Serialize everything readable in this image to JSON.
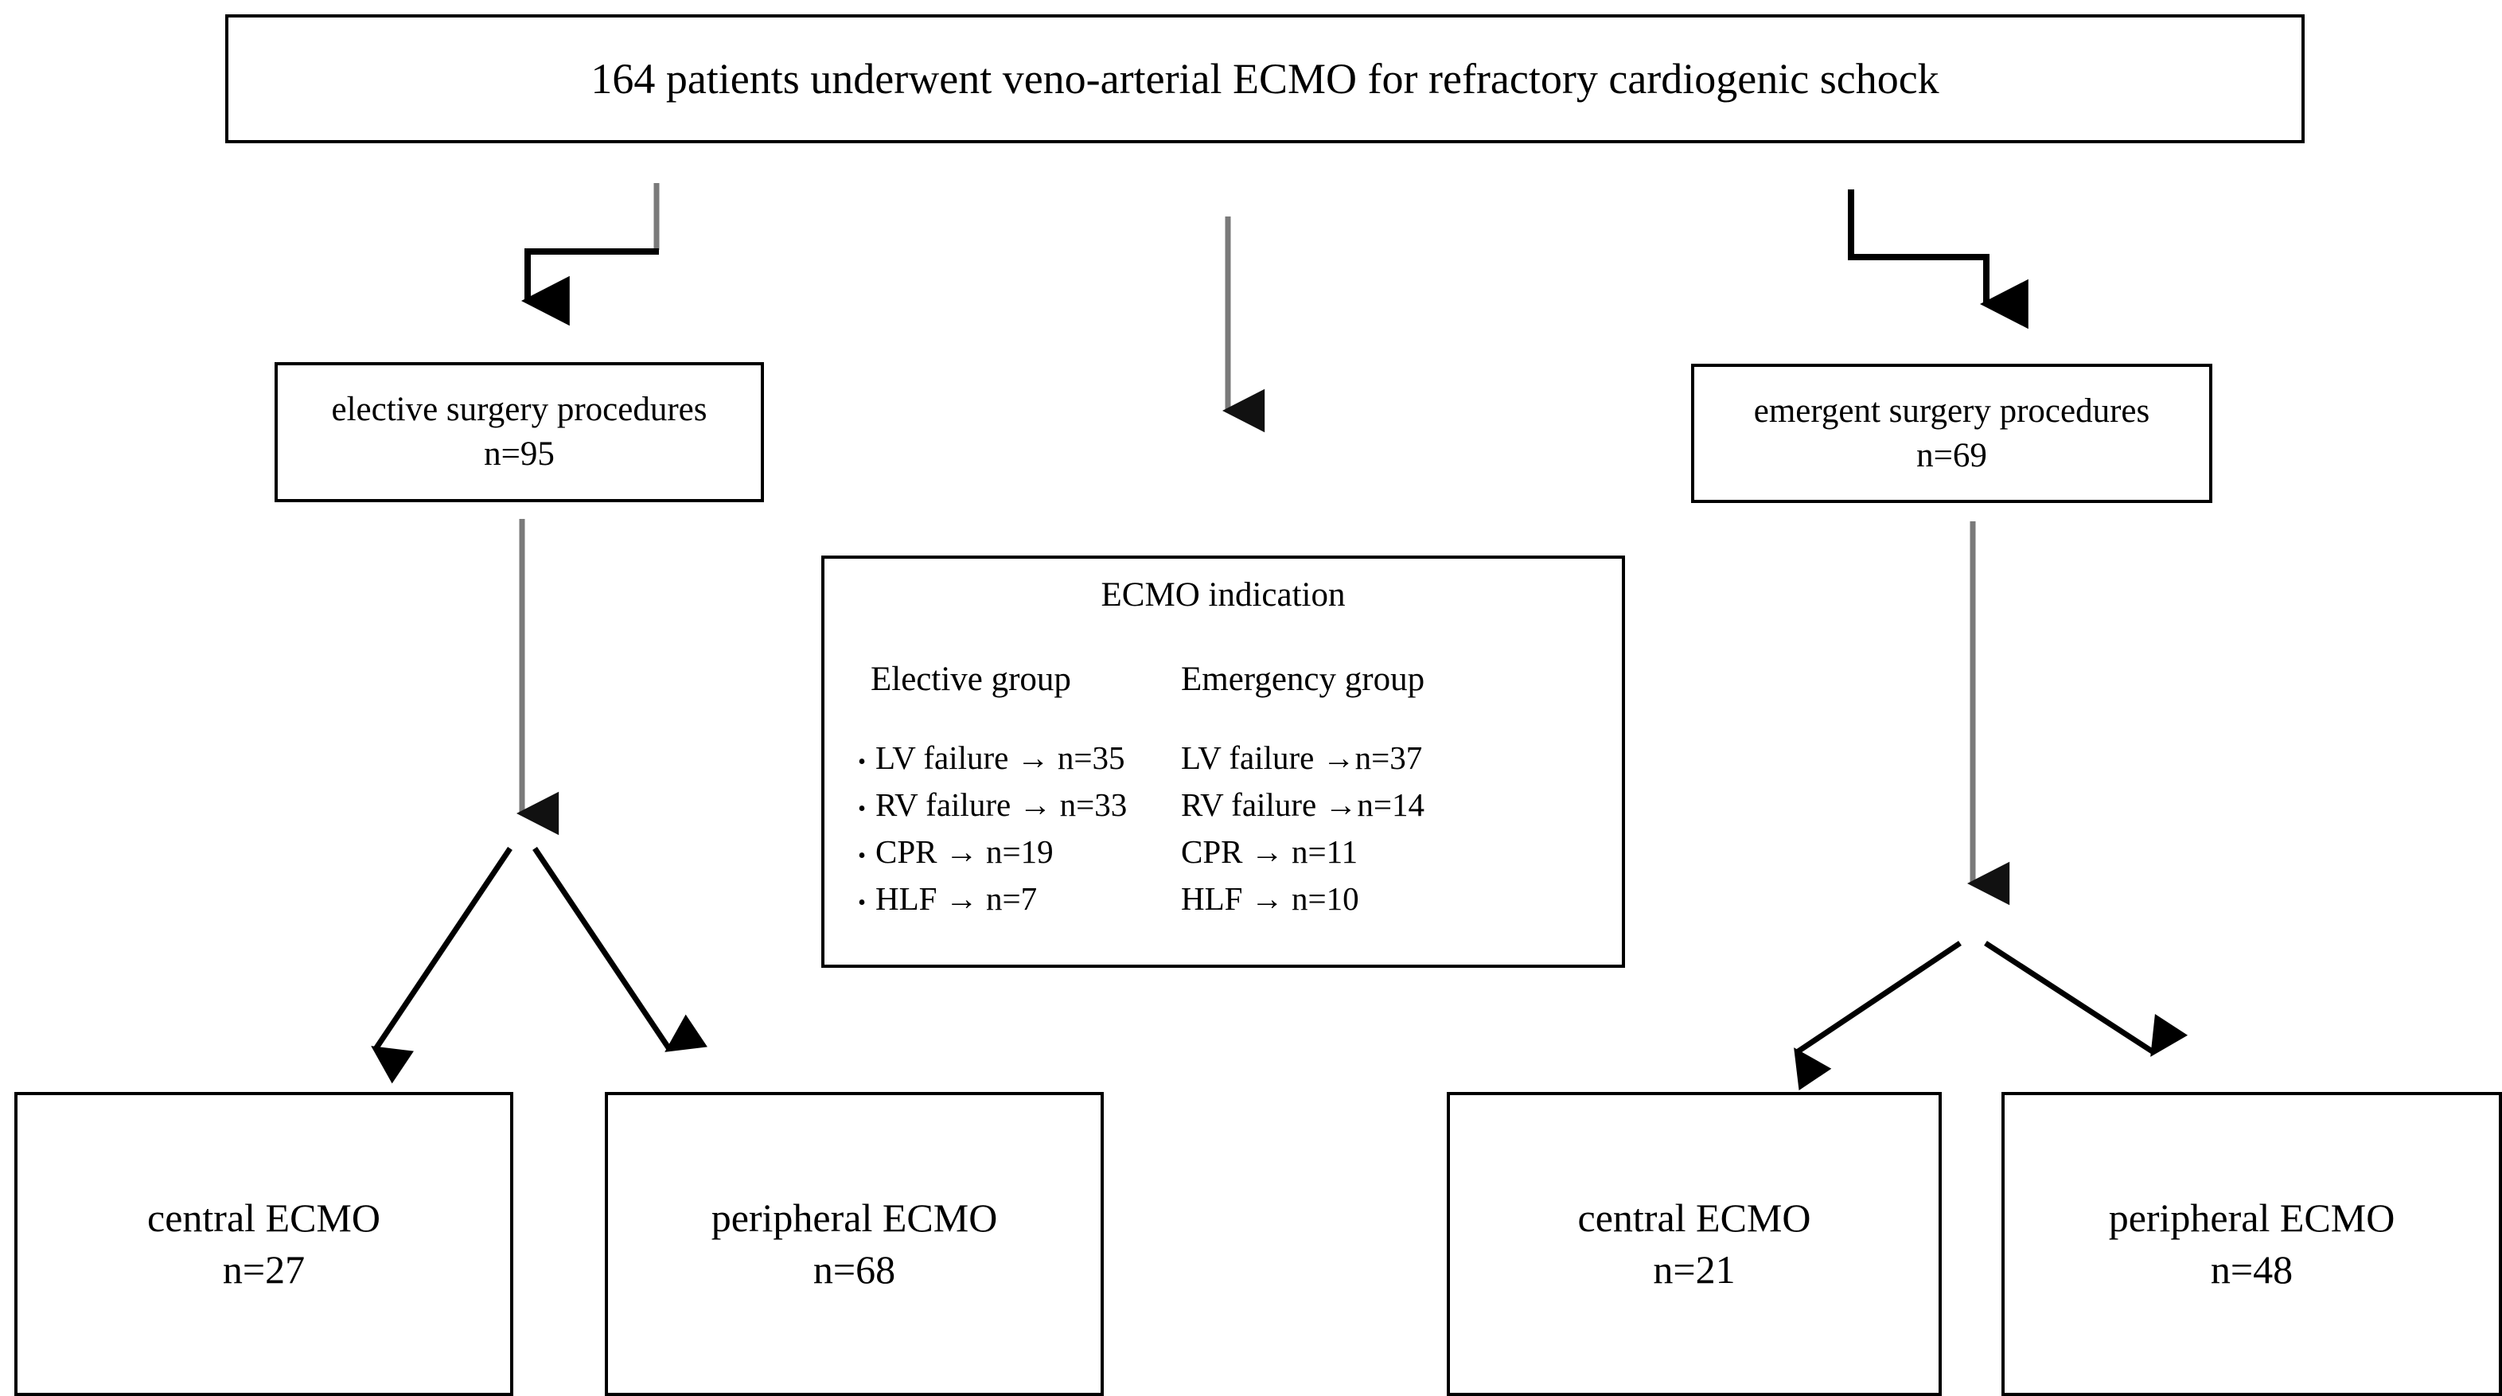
{
  "diagram": {
    "title_box": {
      "text": "164 patients underwent veno-arterial ECMO for refractory cardiogenic schock",
      "n": 164
    },
    "groups": {
      "elective": {
        "label": "elective surgery procedures",
        "count_label": "n=95",
        "n": 95
      },
      "emergent": {
        "label": "emergent surgery procedures",
        "count_label": "n=69",
        "n": 69
      }
    },
    "indication_box": {
      "title": "ECMO indication",
      "column_headers": [
        "Elective group",
        "Emergency group"
      ],
      "bullet": "•",
      "rows": [
        {
          "elective": "LV failure → n=35",
          "emergency": "LV failure →n=37"
        },
        {
          "elective": "RV failure → n=33",
          "emergency": "RV failure →n=14"
        },
        {
          "elective": "CPR → n=19",
          "emergency": "CPR → n=11"
        },
        {
          "elective": "HLF → n=7",
          "emergency": "HLF → n=10"
        }
      ]
    },
    "outcomes": [
      {
        "label": "central ECMO",
        "count_label": "n=27",
        "n": 27
      },
      {
        "label": "peripheral ECMO",
        "count_label": "n=68",
        "n": 68
      },
      {
        "label": "central ECMO",
        "count_label": "n=21",
        "n": 21
      },
      {
        "label": "peripheral ECMO",
        "count_label": "n=48",
        "n": 48
      }
    ],
    "colors": {
      "stroke_dark": "#000000",
      "stroke_grey": "#6e6e6e",
      "background": "#ffffff"
    }
  }
}
